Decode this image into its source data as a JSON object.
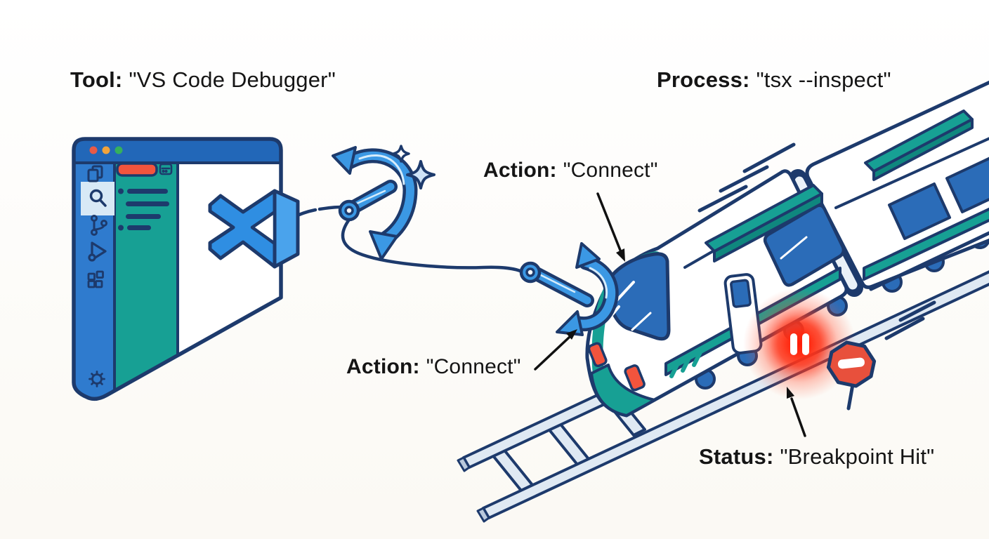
{
  "title": "VS Code debugger attaching to tsx --inspect process (illustrated diagram)",
  "labels": {
    "tool": {
      "prefix": "Tool:",
      "value": "\"VS Code Debugger\""
    },
    "process": {
      "prefix": "Process:",
      "value": "\"tsx --inspect\""
    },
    "action_upper": {
      "prefix": "Action:",
      "value": "\"Connect\""
    },
    "action_lower": {
      "prefix": "Action:",
      "value": "\"Connect\""
    },
    "status": {
      "prefix": "Status:",
      "value": "\"Breakpoint Hit\""
    }
  },
  "icons": [
    "close-light",
    "minimize-light",
    "maximize-light",
    "files-icon",
    "search-icon",
    "source-control-icon",
    "run-debug-icon",
    "extensions-icon",
    "settings-gear-icon",
    "panel-icon",
    "vscode-logo",
    "grappling-hook-icon",
    "sparkle-icon",
    "tether-rope",
    "pause-breakpoint-icon",
    "stop-sign-icon",
    "rail-track",
    "speed-lines"
  ],
  "theme": {
    "navy": "#1d3a6c",
    "blue": "#2f7bce",
    "titlebar_blue": "#2267b8",
    "logo_blue": "#2f8ee2",
    "logo_blue_light": "#4aa3ec",
    "teal": "#17a094",
    "teal_dark": "#0f877e",
    "window_blue": "#2b6cb8",
    "hook_blue": "#3b98e4",
    "red_orange": "#f2543d",
    "glow_red": "#ff2410",
    "rail_fill": "#dfe9f3",
    "sparkle_fill": "#cfe3f7",
    "highlight_box": "#d8e9f6",
    "ink": "#151515",
    "bg": "#ffffff"
  }
}
